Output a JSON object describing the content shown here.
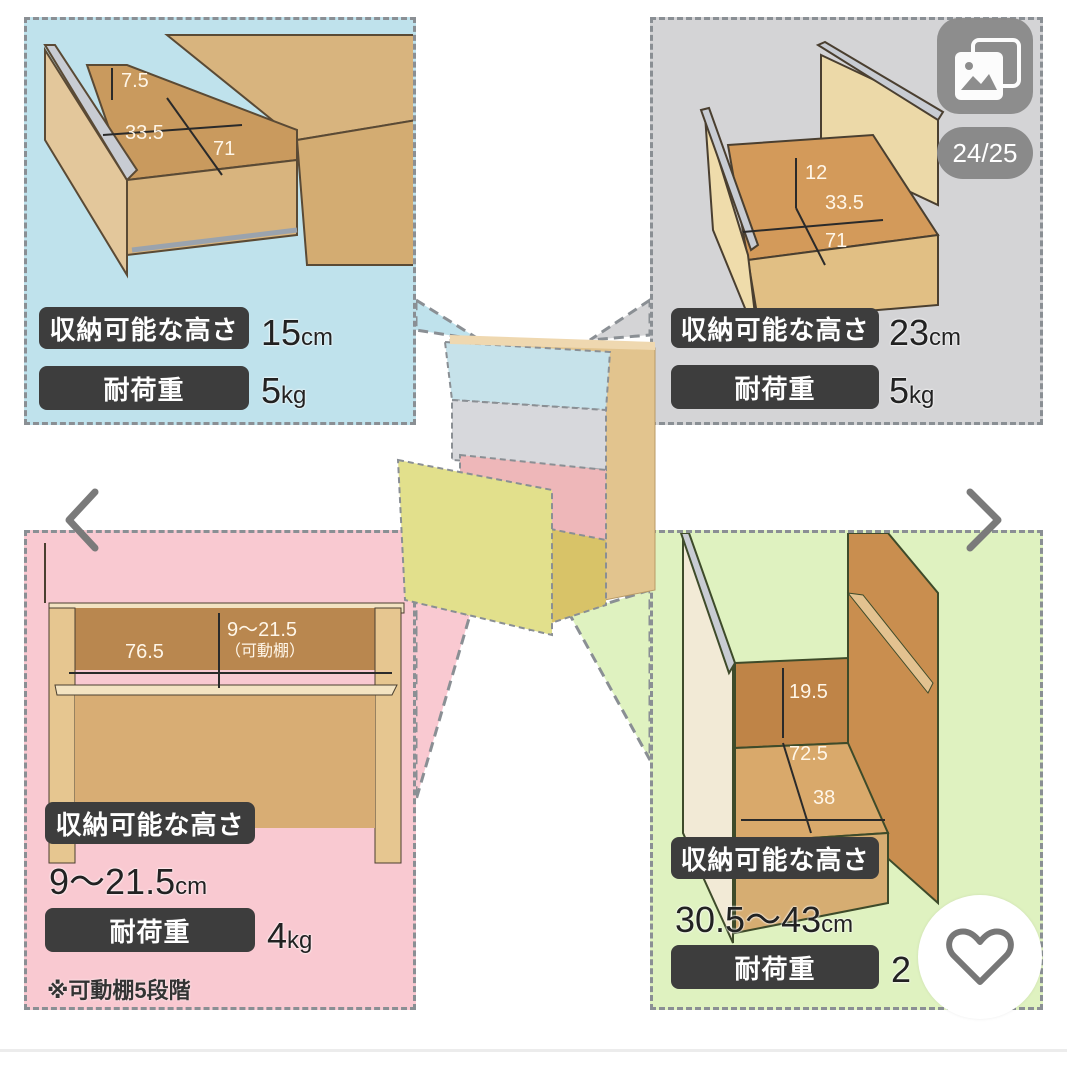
{
  "viewer": {
    "counter": "24/25",
    "current_index": 24,
    "total": 25,
    "icons": {
      "gallery": "gallery-icon",
      "prev": "chevron-left-icon",
      "next": "chevron-right-icon",
      "favorite": "heart-outline-icon"
    }
  },
  "colors": {
    "panel_blue": "#bfe2ec",
    "panel_gray": "#d4d4d6",
    "panel_pink": "#f9c9d1",
    "panel_green": "#dff2c0",
    "label_bg": "#3d3d3d",
    "wood": "#d8b47e",
    "overlay_gray": "#8a8a8a"
  },
  "panels": {
    "top_drawer": {
      "dims": {
        "height": "7.5",
        "width": "33.5",
        "depth": "71"
      },
      "storage_height_label": "収納可能な高さ",
      "storage_height_value": "15",
      "storage_height_unit": "cm",
      "load_label": "耐荷重",
      "load_value": "5",
      "load_unit": "kg"
    },
    "second_drawer": {
      "dims": {
        "height": "12",
        "width": "33.5",
        "depth": "71"
      },
      "storage_height_label": "収納可能な高さ",
      "storage_height_value": "23",
      "storage_height_unit": "cm",
      "load_label": "耐荷重",
      "load_value": "5",
      "load_unit": "kg"
    },
    "shelf": {
      "dims": {
        "width": "76.5",
        "height": "9～21.5",
        "height_note": "（可動棚）"
      },
      "storage_height_label": "収納可能な高さ",
      "storage_height_value": "9～21.5",
      "storage_height_unit": "cm",
      "load_label": "耐荷重",
      "load_value": "4",
      "load_unit": "kg",
      "note": "※可動棚5段階"
    },
    "bottom_drawer": {
      "dims": {
        "height": "19.5",
        "depth": "72.5",
        "width": "38"
      },
      "storage_height_label": "収納可能な高さ",
      "storage_height_value": "30.5～43",
      "storage_height_unit": "cm",
      "load_label": "耐荷重",
      "load_value": "2"
    }
  }
}
